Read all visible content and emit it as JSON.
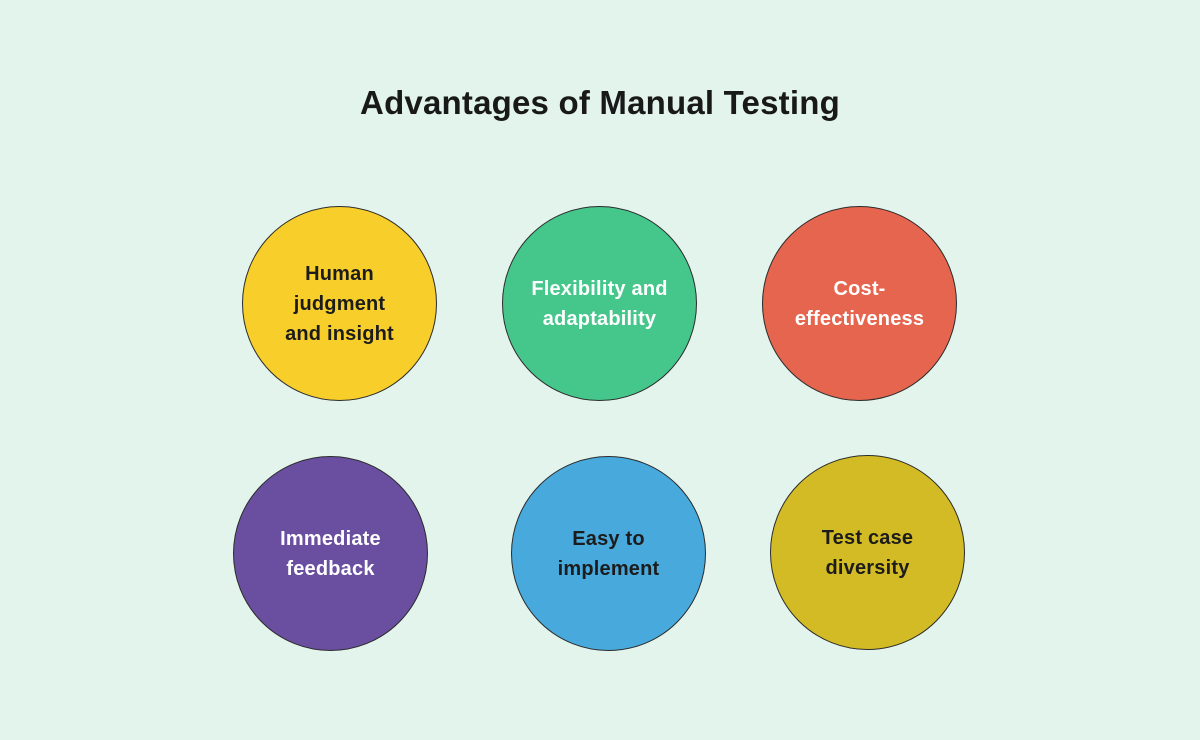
{
  "page": {
    "title": "Advantages of Manual Testing",
    "background": "#e2f4ec",
    "title_color": "#191919",
    "circle_border_color": "#2b2b2b"
  },
  "circles": [
    {
      "id": "human-judgment-and-insight",
      "label": "Human\njudgment\nand insight",
      "bg": "#f8ce2b",
      "text_color": "#1c1c1c"
    },
    {
      "id": "flexibility-and-adaptability",
      "label": "Flexibility and\nadaptability",
      "bg": "#45c78c",
      "text_color": "#ffffff"
    },
    {
      "id": "cost-effectiveness",
      "label": "Cost-\neffectiveness",
      "bg": "#e6654f",
      "text_color": "#ffffff"
    },
    {
      "id": "immediate-feedback",
      "label": "Immediate\nfeedback",
      "bg": "#6a4fa0",
      "text_color": "#ffffff"
    },
    {
      "id": "easy-to-implement",
      "label": "Easy to\nimplement",
      "bg": "#47a9dc",
      "text_color": "#1c1c1c"
    },
    {
      "id": "test-case-diversity",
      "label": "Test case\ndiversity",
      "bg": "#d3bb25",
      "text_color": "#1c1c1c"
    }
  ]
}
